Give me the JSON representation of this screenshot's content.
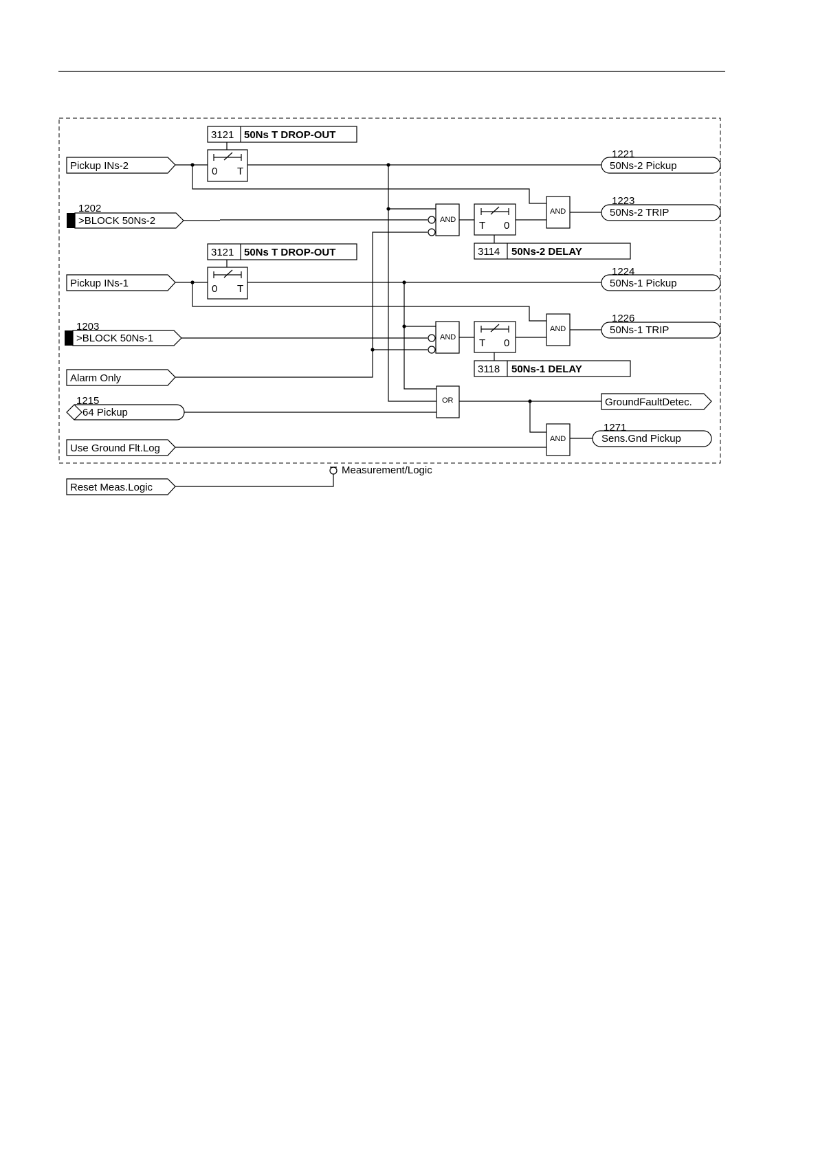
{
  "inputs": {
    "pickup_ins2": "Pickup INs-2",
    "block_50ns2_num": "1202",
    "block_50ns2": ">BLOCK 50Ns-2",
    "pickup_ins1": "Pickup INs-1",
    "block_50ns1_num": "1203",
    "block_50ns1": ">BLOCK 50Ns-1",
    "alarm_only": "Alarm Only",
    "pickup64_num": "1215",
    "pickup64": "64 Pickup",
    "use_ground_flt_log": "Use Ground Flt.Log",
    "reset_meas_logic": "Reset Meas.Logic"
  },
  "params": {
    "dropout_top_num": "3121",
    "dropout_top": "50Ns T DROP-OUT",
    "dropout_mid_num": "3121",
    "dropout_mid": "50Ns T DROP-OUT",
    "delay2_num": "3114",
    "delay2": "50Ns-2 DELAY",
    "delay1_num": "3118",
    "delay1": "50Ns-1 DELAY"
  },
  "timers": {
    "dropout_zero": "0",
    "dropout_t": "T",
    "delay_t": "T",
    "delay_zero": "0"
  },
  "gates": {
    "and": "AND",
    "or": "OR"
  },
  "outputs": {
    "pickup2_num": "1221",
    "pickup2": "50Ns-2 Pickup",
    "trip2_num": "1223",
    "trip2": "50Ns-2 TRIP",
    "pickup1_num": "1224",
    "pickup1": "50Ns-1 Pickup",
    "trip1_num": "1226",
    "trip1": "50Ns-1 TRIP",
    "ground_fault": "GroundFaultDetec.",
    "sens_gnd_num": "1271",
    "sens_gnd": "Sens.Gnd Pickup"
  },
  "measurement_logic": "Measurement/Logic"
}
